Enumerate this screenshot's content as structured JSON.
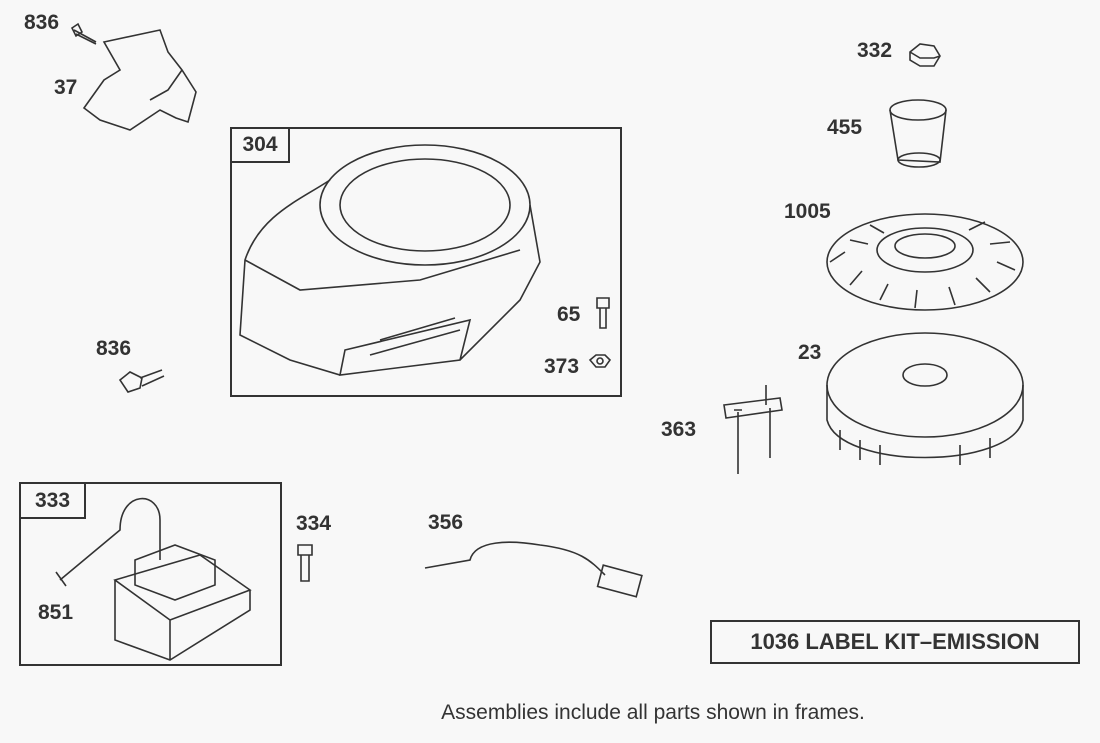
{
  "parts": {
    "p836_top": "836",
    "p37": "37",
    "p304": "304",
    "p65": "65",
    "p373": "373",
    "p836_mid": "836",
    "p332": "332",
    "p455": "455",
    "p1005": "1005",
    "p23": "23",
    "p363": "363",
    "p333": "333",
    "p851": "851",
    "p334": "334",
    "p356": "356"
  },
  "label_kit": "1036 LABEL KIT–EMISSION",
  "caption": "Assemblies include all parts shown in frames.",
  "colors": {
    "background": "#f8f8f8",
    "ink": "#333333"
  }
}
